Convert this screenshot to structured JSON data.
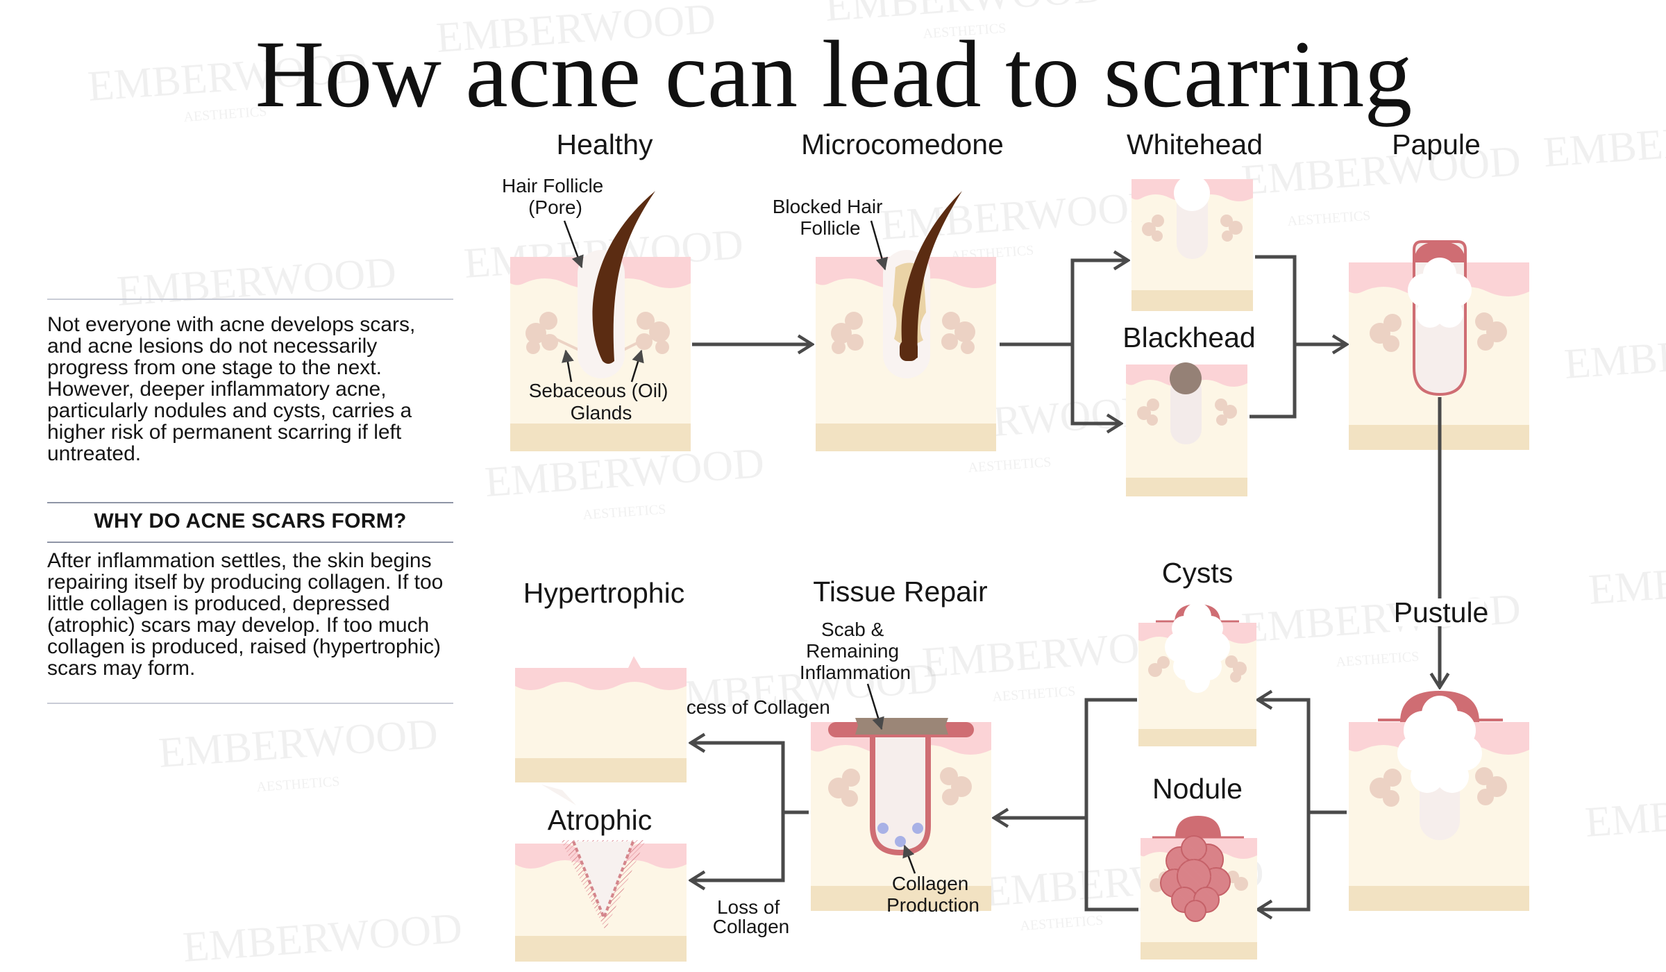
{
  "title": "How acne can lead to scarring",
  "watermark": {
    "brand": "EMBERWOOD",
    "tagline": "AESTHETICS"
  },
  "sidebar": {
    "intro": "Not everyone with acne develops scars, and acne lesions do not necessarily progress from one stage to the next. However, deeper inflammatory acne, particularly nodules and cysts, carries a higher risk of permanent scarring if left untreated.",
    "heading": "WHY DO ACNE SCARS FORM?",
    "body": "After inflammation settles, the skin begins repairing itself by producing collagen. If too little collagen is produced, depressed (atrophic) scars may develop. If too much collagen is produced, raised (hypertrophic) scars may form."
  },
  "stages": {
    "healthy": "Healthy",
    "microcomedone": "Microcomedone",
    "whitehead": "Whitehead",
    "blackhead": "Blackhead",
    "papule": "Papule",
    "pustule": "Pustule",
    "cysts": "Cysts",
    "nodule": "Nodule",
    "tissue_repair": "Tissue Repair",
    "hypertrophic": "Hypertrophic",
    "atrophic": "Atrophic"
  },
  "annotations": {
    "hair_follicle": [
      "Hair Follicle",
      "(Pore)"
    ],
    "sebaceous": [
      "Sebaceous (Oil)",
      "Glands"
    ],
    "blocked": [
      "Blocked Hair",
      "Follicle"
    ],
    "scab": [
      "Scab &",
      "Remaining",
      "Inflammation"
    ],
    "collagen_production": [
      "Collagen",
      "Production"
    ],
    "excess": "Excess of Collagen",
    "loss": [
      "Loss of",
      "Collagen"
    ]
  },
  "colors": {
    "epidermis": "#fbd3d6",
    "dermis": "#fdf6e6",
    "fat_layer": "#f2e2c2",
    "gland": "#ecd2c4",
    "hair": "#5b2c12",
    "inflammation": "#cf6d73",
    "arrow": "#4a4a4a"
  }
}
